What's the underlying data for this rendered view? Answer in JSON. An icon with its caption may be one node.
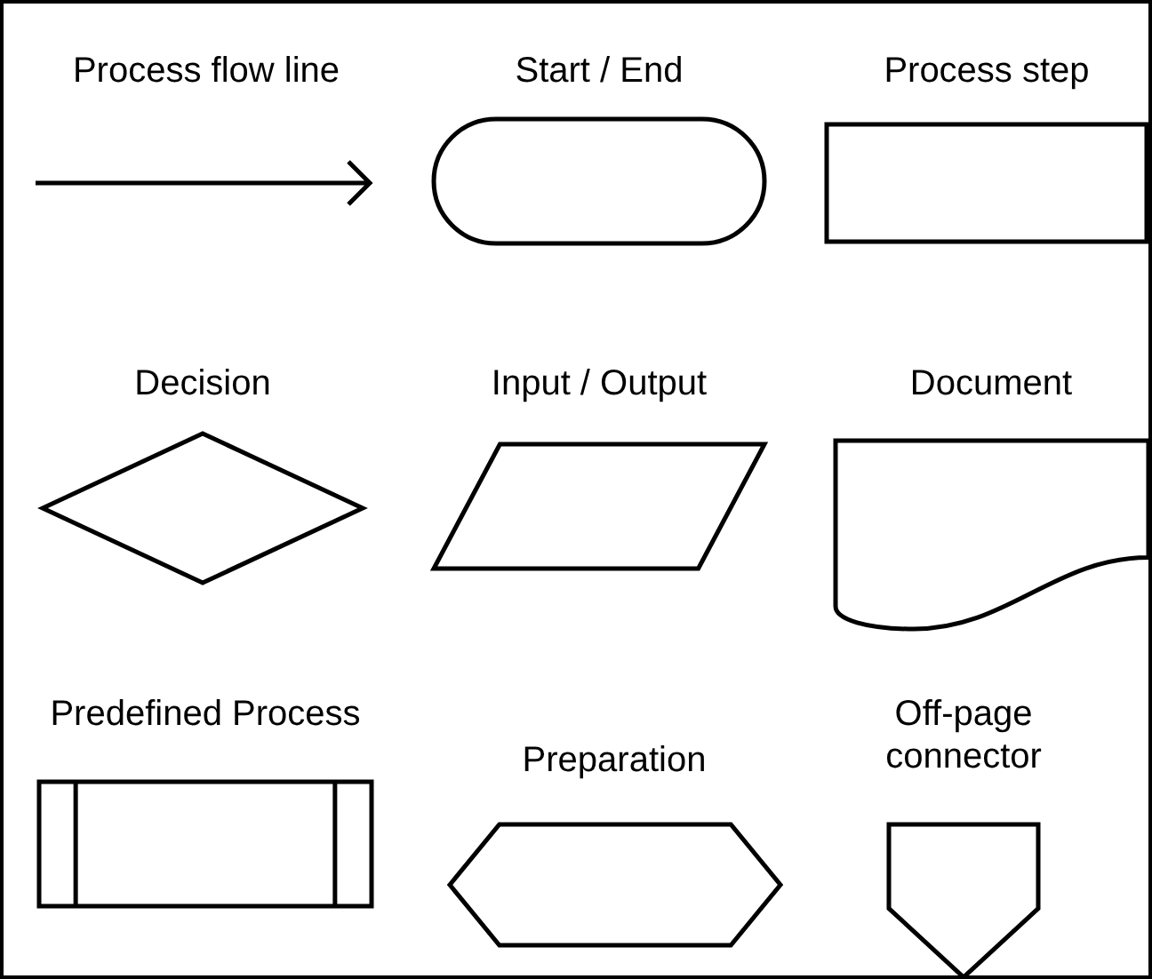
{
  "diagram": {
    "nodes": [
      {
        "text": [
          "Start / End"
        ]
      },
      {
        "text": [
          "Process step"
        ]
      },
      {
        "text": [
          "Decision"
        ]
      },
      {
        "text": [
          "Input / Output"
        ]
      },
      {
        "text": [
          "Document"
        ]
      },
      {
        "text": [
          "Predefined Process"
        ]
      },
      {
        "text": [
          "Preparation"
        ]
      },
      {
        "text": [
          "Off-page connector"
        ]
      }
    ],
    "labels": [
      "Process flow line"
    ]
  }
}
